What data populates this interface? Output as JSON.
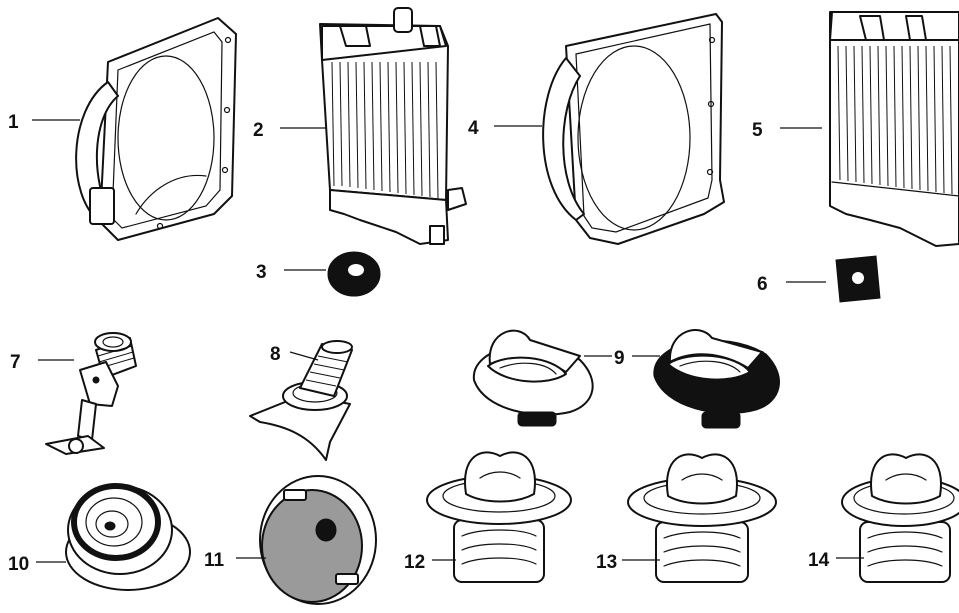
{
  "parts": [
    {
      "key": "fan_shroud_small",
      "label": "1"
    },
    {
      "key": "radiator_tall",
      "label": "2"
    },
    {
      "key": "washer_round",
      "label": "3"
    },
    {
      "key": "fan_shroud_large",
      "label": "4"
    },
    {
      "key": "radiator_cut",
      "label": "5"
    },
    {
      "key": "washer_square",
      "label": "6"
    },
    {
      "key": "drain_tap",
      "label": "7"
    },
    {
      "key": "filler_neck",
      "label": "8"
    },
    {
      "key": "radiator_caps_pair",
      "label": "9"
    },
    {
      "key": "pressure_cap_ringed",
      "label": "10"
    },
    {
      "key": "pressure_cap_plain",
      "label": "11"
    },
    {
      "key": "thermostat_a",
      "label": "12"
    },
    {
      "key": "thermostat_b",
      "label": "13"
    },
    {
      "key": "thermostat_c",
      "label": "14"
    }
  ],
  "colors": {
    "ink": "#111111",
    "paper": "#ffffff",
    "grey_fill": "#9a9a9a"
  }
}
